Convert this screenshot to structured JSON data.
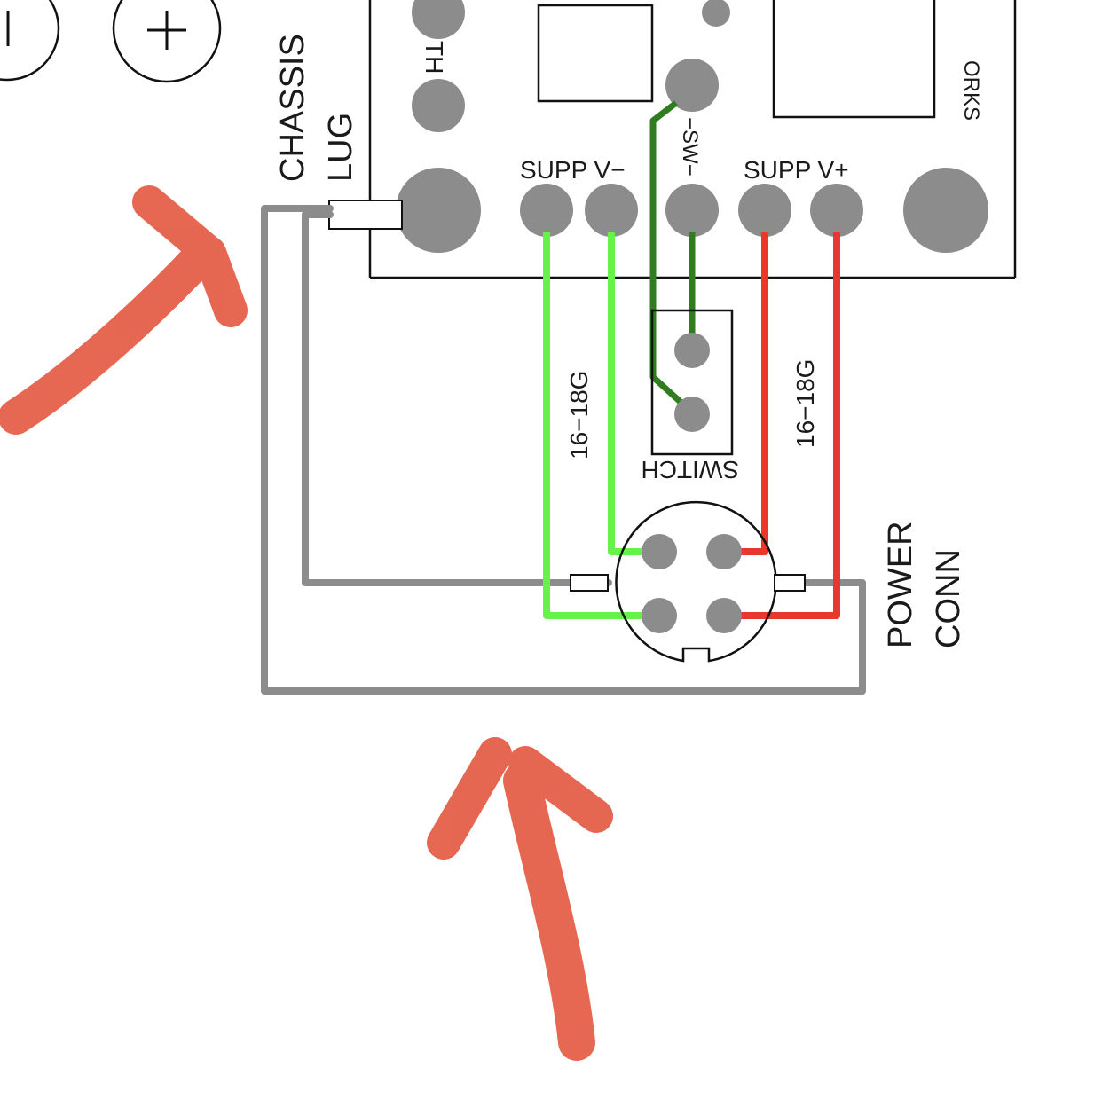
{
  "labels": {
    "chassis": "CHASSIS",
    "lug": "LUG",
    "supp_v_minus": "SUPP V−",
    "supp_v_plus": "SUPP V+",
    "sw": "−SW−",
    "gauge_left": "16−18G",
    "gauge_right": "16−18G",
    "switch": "SWITCH",
    "power": "POWER",
    "conn": "CONN",
    "th": "TH",
    "orks": "ORKS",
    "plus": "+"
  },
  "colors": {
    "ground_wire": "#8c8c8c",
    "negative_wire": "#66f24a",
    "positive_wire": "#e8382b",
    "switch_wire": "#2f7d1e",
    "pad": "#8c8c8c",
    "annotation_arrow": "#e2533a",
    "outline": "#111111"
  }
}
